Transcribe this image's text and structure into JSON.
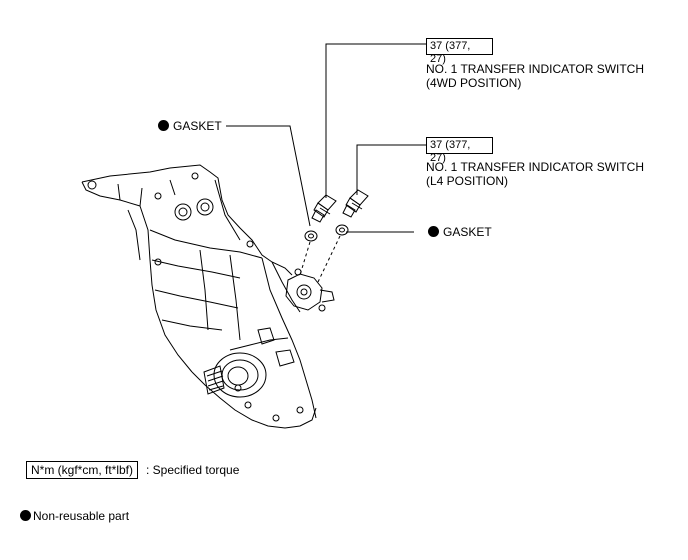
{
  "callouts": {
    "switch_4wd": {
      "torque": "37 (377,",
      "torque_overflow": "27)",
      "name_line1": "NO. 1 TRANSFER INDICATOR SWITCH",
      "name_line2": "(4WD POSITION)"
    },
    "switch_l4": {
      "torque": "37 (377,",
      "torque_overflow": "27)",
      "name_line1": "NO. 1 TRANSFER INDICATOR SWITCH",
      "name_line2": "(L4 POSITION)"
    },
    "gasket_left": {
      "label": "GASKET"
    },
    "gasket_right": {
      "label": "GASKET"
    }
  },
  "legend": {
    "torque_box": "N*m (kgf*cm, ft*lbf)",
    "torque_desc": ": Specified torque",
    "non_reusable": "Non-reusable part"
  },
  "icons": {
    "bullet": "filled-circle-icon"
  }
}
